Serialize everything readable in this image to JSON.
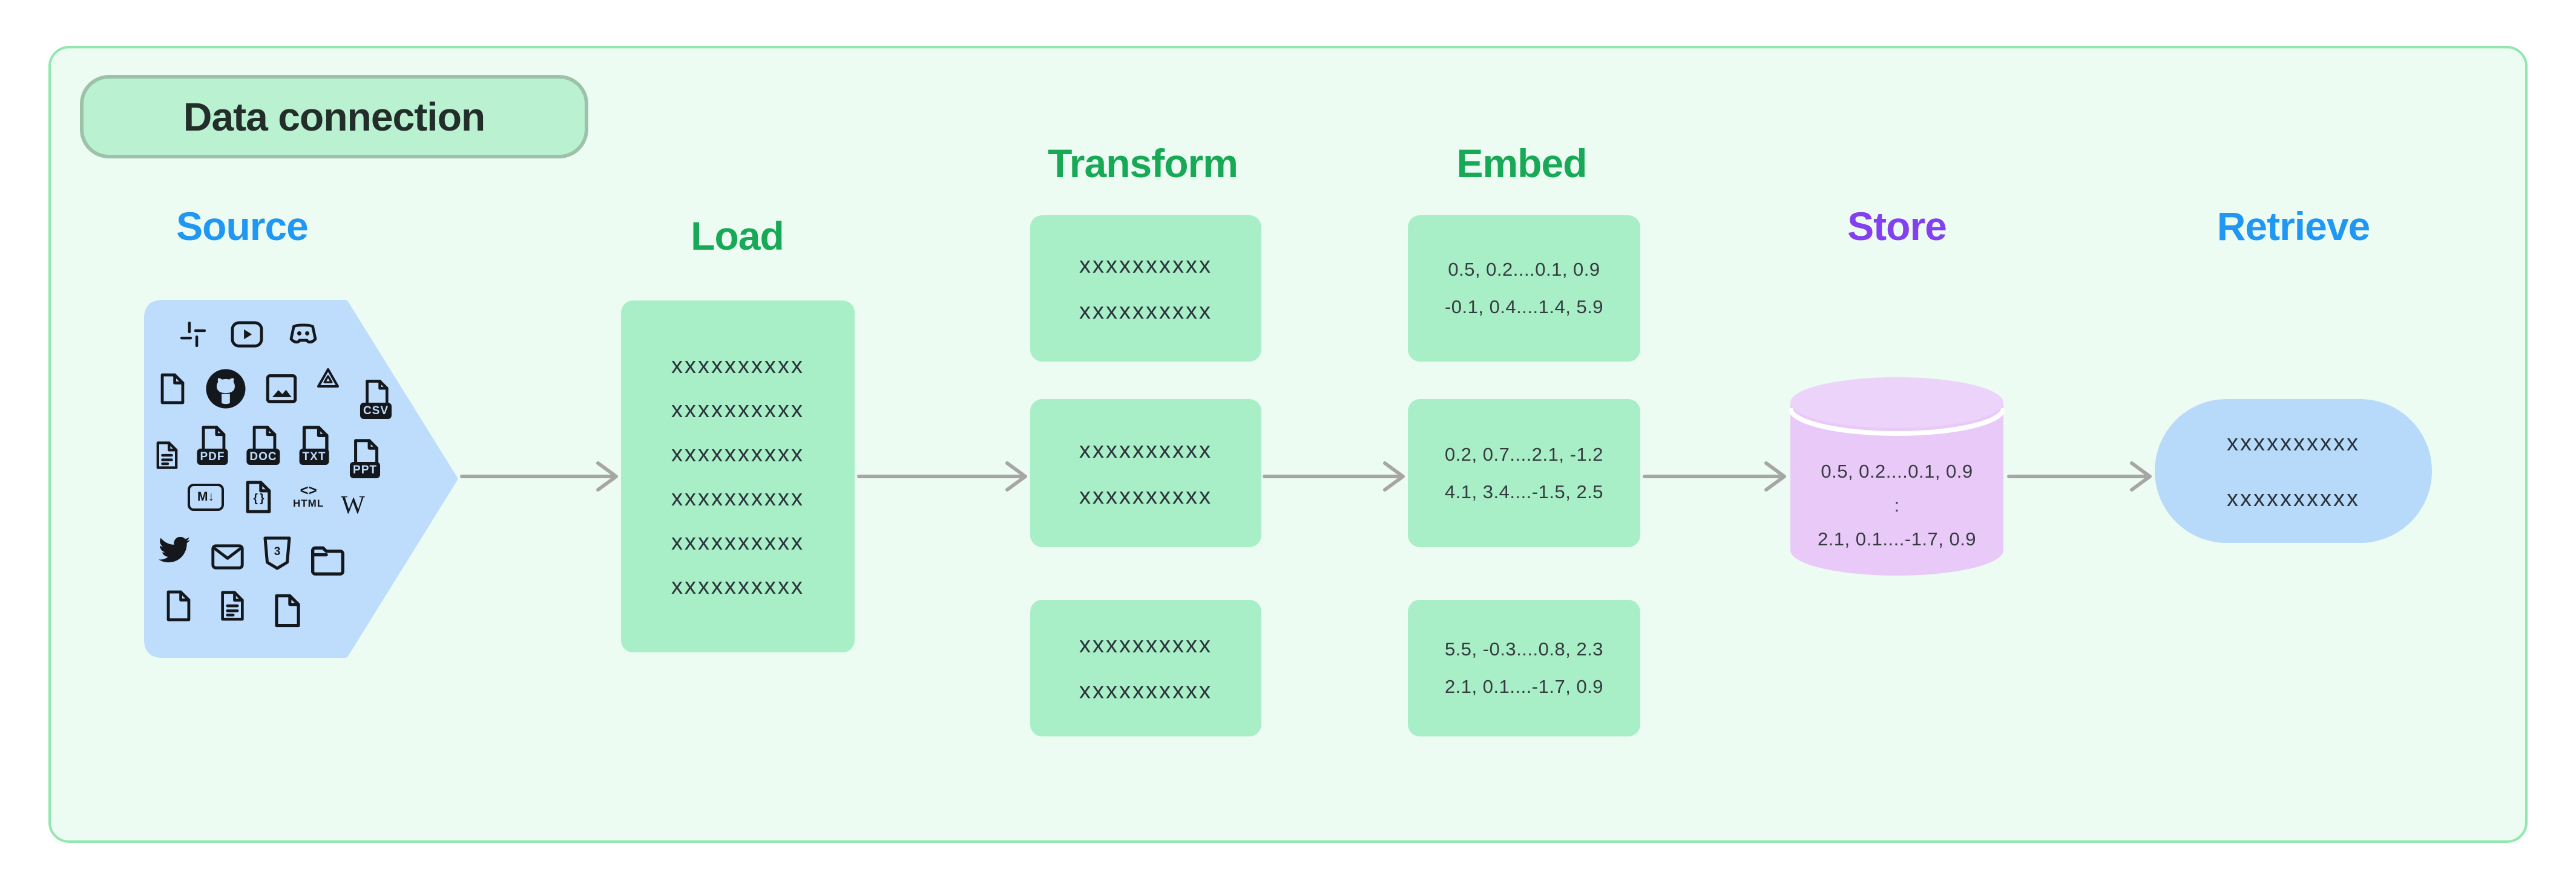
{
  "title": "Data connection",
  "colors": {
    "panel_bg": "#edfcf2",
    "panel_border": "#90e7af",
    "badge_bg": "#b9f1d1",
    "badge_border": "#9cc2aa",
    "badge_ink": "#232e2a",
    "green": "#18a957",
    "blue": "#2097f3",
    "purple": "#8440f0",
    "box_green": "#a8eec6",
    "shape_blue": "#bedcfc",
    "pill_blue": "#b7dafb",
    "cyl_body": "#e8c9f8",
    "cyl_top": "#ecd3f9",
    "arrow_gray": "#a6a6a6",
    "ink": "#14181c",
    "x_ink": "#2a333c",
    "num_ink": "#363b40"
  },
  "stages": {
    "source": {
      "label": "Source",
      "icons": [
        "slack",
        "youtube",
        "discord",
        "file",
        "github",
        "image",
        "google-drive",
        "csv-file",
        "file-text",
        "pdf-file",
        "doc-file",
        "txt-file",
        "ppt-file",
        "markdown",
        "json-file",
        "html",
        "wikipedia",
        "twitter",
        "mail",
        "css3",
        "folder",
        "file",
        "file-text",
        "file"
      ],
      "icon_labels": {
        "csv": "CSV",
        "pdf": "PDF",
        "doc": "DOC",
        "txt": "TXT",
        "ppt": "PPT",
        "markdown": "M↓",
        "json": "{ }",
        "html_glyph": "<>",
        "html": "HTML",
        "wikipedia": "W",
        "css": "3"
      }
    },
    "load": {
      "label": "Load",
      "lines": [
        "xxxxxxxxxx",
        "xxxxxxxxxx",
        "xxxxxxxxxx",
        "xxxxxxxxxx",
        "xxxxxxxxxx",
        "xxxxxxxxxx"
      ]
    },
    "transform": {
      "label": "Transform",
      "boxes": [
        {
          "lines": [
            "xxxxxxxxxx",
            "xxxxxxxxxx"
          ]
        },
        {
          "lines": [
            "xxxxxxxxxx",
            "xxxxxxxxxx"
          ]
        },
        {
          "lines": [
            "xxxxxxxxxx",
            "xxxxxxxxxx"
          ]
        }
      ]
    },
    "embed": {
      "label": "Embed",
      "boxes": [
        {
          "lines": [
            "0.5, 0.2....0.1, 0.9",
            "-0.1, 0.4....1.4, 5.9"
          ]
        },
        {
          "lines": [
            "0.2, 0.7....2.1, -1.2",
            "4.1, 3.4....-1.5, 2.5"
          ]
        },
        {
          "lines": [
            "5.5, -0.3....0.8, 2.3",
            "2.1, 0.1....-1.7, 0.9"
          ]
        }
      ]
    },
    "store": {
      "label": "Store",
      "lines": [
        "0.5, 0.2....0.1, 0.9",
        ":",
        "2.1, 0.1....-1.7, 0.9"
      ]
    },
    "retrieve": {
      "label": "Retrieve",
      "lines": [
        "xxxxxxxxxx",
        "xxxxxxxxxx"
      ]
    }
  }
}
